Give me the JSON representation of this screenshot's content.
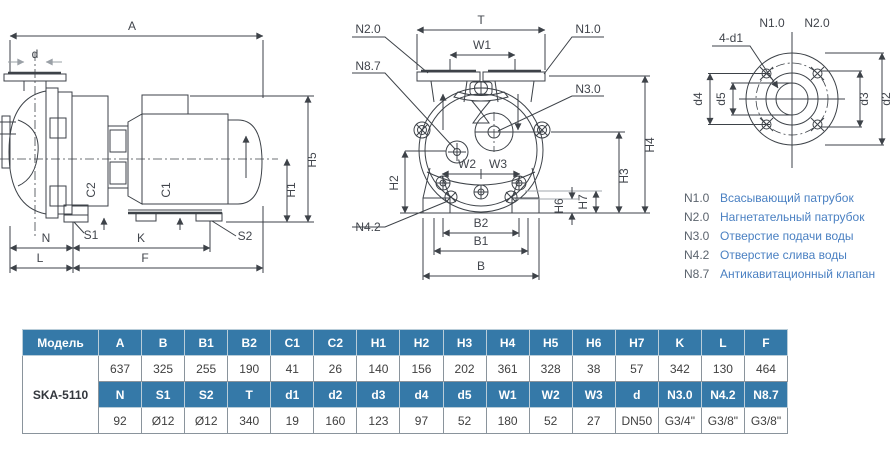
{
  "colors": {
    "header_blue": "#3579a8",
    "legend_blue": "#4a80c2",
    "line": "#3d4248",
    "label": "#41454c"
  },
  "drawings": {
    "side_view": {
      "labels": {
        "A": "A",
        "d": "d",
        "C2": "C2",
        "C1": "C1",
        "S1": "S1",
        "S2": "S2",
        "N": "N",
        "K": "K",
        "L": "L",
        "F": "F",
        "H1": "H1",
        "H5": "H5"
      }
    },
    "front_view": {
      "labels": {
        "T": "T",
        "W1": "W1",
        "N20": "N2.0",
        "N10": "N1.0",
        "N87": "N8.7",
        "N30": "N3.0",
        "W2": "W2",
        "W3": "W3",
        "H2": "H2",
        "N42": "N4.2",
        "B2": "B2",
        "B1": "B1",
        "B": "B",
        "H4": "H4",
        "H3": "H3",
        "H7": "H7",
        "H6": "H6"
      }
    },
    "flange_view": {
      "labels": {
        "N10": "N1.0",
        "N20": "N2.0",
        "holes": "4-d1",
        "d4": "d4",
        "d5": "d5",
        "d3": "d3",
        "d2": "d2"
      }
    }
  },
  "legend": {
    "items": [
      {
        "code": "N1.0",
        "label": "Всасывающий патрубок"
      },
      {
        "code": "N2.0",
        "label": "Нагнетательный патрубок"
      },
      {
        "code": "N3.0",
        "label": "Отверстие подачи воды"
      },
      {
        "code": "N4.2",
        "label": "Отверстие слива воды"
      },
      {
        "code": "N8.7",
        "label": "Антикавитационный клапан"
      }
    ]
  },
  "table": {
    "model_header": "Модель",
    "model": "SKA-5110",
    "header1": [
      "A",
      "B",
      "B1",
      "B2",
      "C1",
      "C2",
      "H1",
      "H2",
      "H3",
      "H4",
      "H5",
      "H6",
      "H7",
      "K",
      "L",
      "F"
    ],
    "values1": [
      "637",
      "325",
      "255",
      "190",
      "41",
      "26",
      "140",
      "156",
      "202",
      "361",
      "328",
      "38",
      "57",
      "342",
      "130",
      "464"
    ],
    "header2": [
      "N",
      "S1",
      "S2",
      "T",
      "d1",
      "d2",
      "d3",
      "d4",
      "d5",
      "W1",
      "W2",
      "W3",
      "d",
      "N3.0",
      "N4.2",
      "N8.7"
    ],
    "values2": [
      "92",
      "Ø12",
      "Ø12",
      "340",
      "19",
      "160",
      "123",
      "97",
      "52",
      "180",
      "52",
      "27",
      "DN50",
      "G3/4\"",
      "G3/8\"",
      "G3/8\""
    ]
  }
}
